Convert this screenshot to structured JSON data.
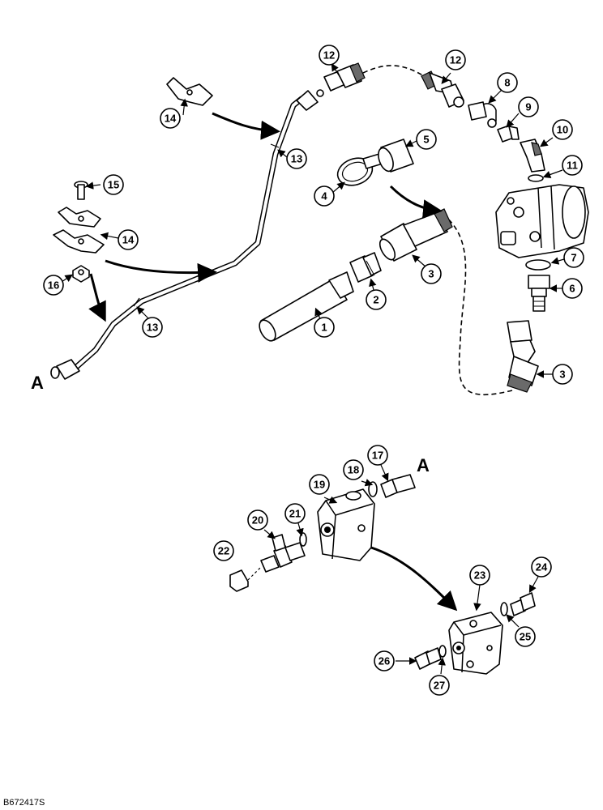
{
  "diagram": {
    "figure_code": "B672417S",
    "connection_label": "A",
    "callouts": {
      "c1": "1",
      "c2": "2",
      "c3a": "3",
      "c3b": "3",
      "c4": "4",
      "c5": "5",
      "c6": "6",
      "c7": "7",
      "c8": "8",
      "c9": "9",
      "c10": "10",
      "c11": "11",
      "c12a": "12",
      "c12b": "12",
      "c13a": "13",
      "c13b": "13",
      "c14a": "14",
      "c14b": "14",
      "c15": "15",
      "c16": "16",
      "c17": "17",
      "c18": "18",
      "c19": "19",
      "c20": "20",
      "c21": "21",
      "c22": "22",
      "c23": "23",
      "c24": "24",
      "c25": "25",
      "c26": "26",
      "c27": "27"
    }
  }
}
